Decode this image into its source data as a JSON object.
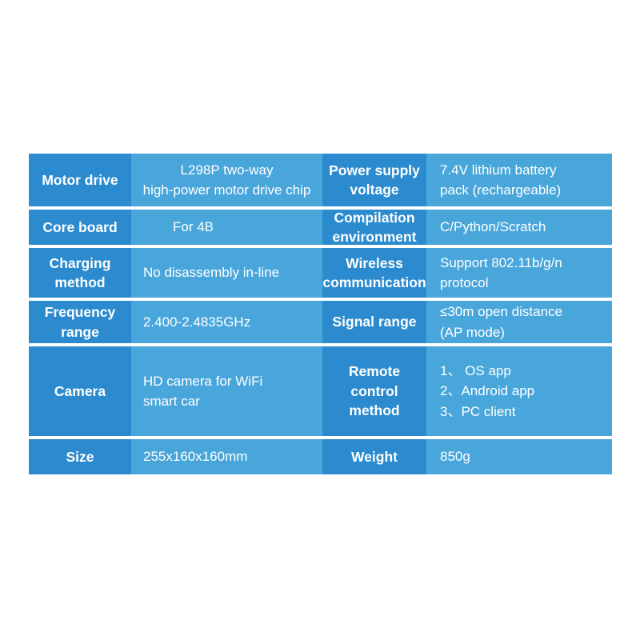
{
  "colors": {
    "page-bg": "#ffffff",
    "label-cell": "#2b8bce",
    "value-cell": "#49a6db",
    "cell-text": "#ffffff",
    "separator": "#ffffff"
  },
  "table": {
    "rows": [
      {
        "left_label": "Motor drive",
        "left_value": "L298P two-way\nhigh-power motor drive chip",
        "right_label": "Power supply\nvoltage",
        "right_value": "7.4V lithium battery\npack (rechargeable)"
      },
      {
        "left_label": "Core board",
        "left_value": "For  4B",
        "right_label": "Compilation\nenvironment",
        "right_value": "C/Python/Scratch"
      },
      {
        "left_label": "Charging\nmethod",
        "left_value": "No disassembly in-line",
        "right_label": "Wireless\ncommunication",
        "right_value": "Support 802.11b/g/n\nprotocol"
      },
      {
        "left_label": "Frequency\nrange",
        "left_value": "2.400-2.4835GHz",
        "right_label": "Signal range",
        "right_value": "≤30m open distance\n(AP mode)"
      },
      {
        "left_label": "Camera",
        "left_value": "HD camera for WiFi\nsmart car",
        "right_label": "Remote\ncontrol\nmethod",
        "right_value_list": [
          "1、 OS app",
          "2、Android app",
          "3、PC client"
        ]
      },
      {
        "left_label": "Size",
        "left_value": "255x160x160mm",
        "right_label": "Weight",
        "right_value": "850g"
      }
    ]
  }
}
